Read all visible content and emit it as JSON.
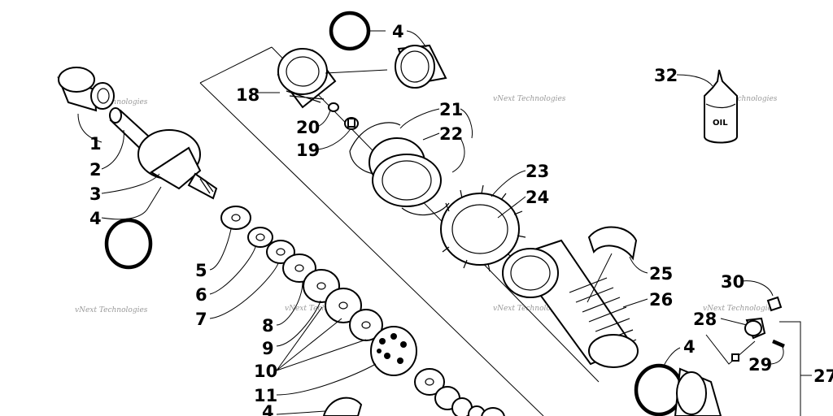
{
  "diagram": {
    "callouts": [
      {
        "id": "c1",
        "label": "1"
      },
      {
        "id": "c2",
        "label": "2"
      },
      {
        "id": "c3",
        "label": "3"
      },
      {
        "id": "c4a",
        "label": "4"
      },
      {
        "id": "c5",
        "label": "5"
      },
      {
        "id": "c6",
        "label": "6"
      },
      {
        "id": "c7",
        "label": "7"
      },
      {
        "id": "c8",
        "label": "8"
      },
      {
        "id": "c9",
        "label": "9"
      },
      {
        "id": "c10",
        "label": "10"
      },
      {
        "id": "c11",
        "label": "11"
      },
      {
        "id": "c4b",
        "label": "4"
      },
      {
        "id": "c4c",
        "label": "4"
      },
      {
        "id": "c18",
        "label": "18"
      },
      {
        "id": "c20",
        "label": "20"
      },
      {
        "id": "c19",
        "label": "19"
      },
      {
        "id": "c21",
        "label": "21"
      },
      {
        "id": "c22",
        "label": "22"
      },
      {
        "id": "c23",
        "label": "23"
      },
      {
        "id": "c24",
        "label": "24"
      },
      {
        "id": "c25",
        "label": "25"
      },
      {
        "id": "c26",
        "label": "26"
      },
      {
        "id": "c4d",
        "label": "4"
      },
      {
        "id": "c30",
        "label": "30"
      },
      {
        "id": "c28",
        "label": "28"
      },
      {
        "id": "c29",
        "label": "29"
      },
      {
        "id": "c27",
        "label": "27"
      },
      {
        "id": "c32",
        "label": "32"
      }
    ],
    "oil_bottle_label": "OIL",
    "watermark": "vNext Technologies"
  }
}
